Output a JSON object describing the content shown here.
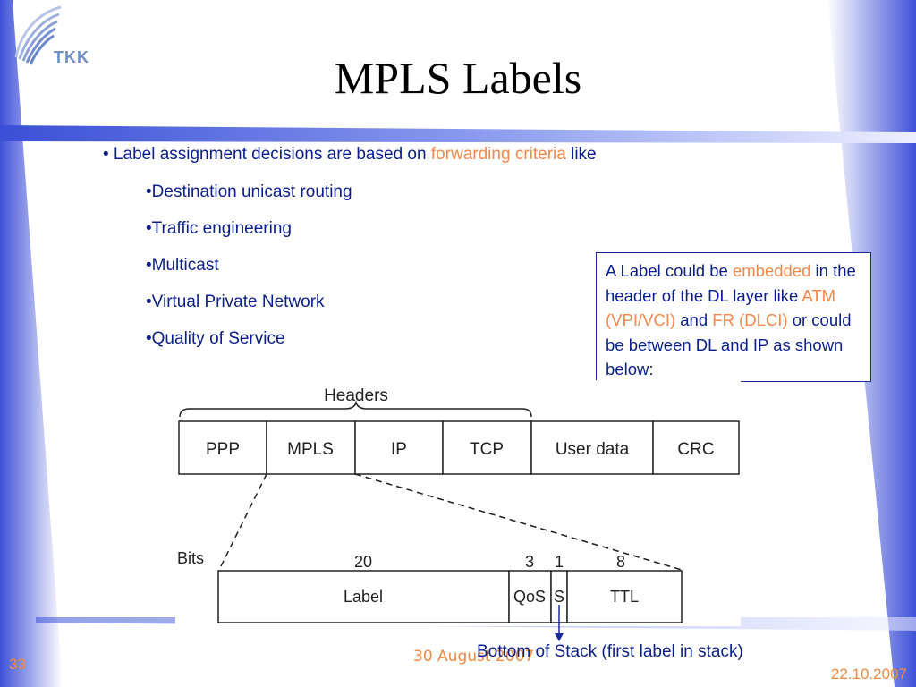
{
  "logo": {
    "text": "TKK"
  },
  "slide": {
    "title": "MPLS Labels",
    "number": "33"
  },
  "bullets": {
    "main_prefix": "• Label assignment decisions are based on ",
    "main_highlight": "forwarding criteria",
    "main_suffix": " like",
    "sub": [
      "•Destination unicast routing",
      "•Traffic engineering",
      "•Multicast",
      "•Virtual Private Network",
      "•Quality of Service"
    ]
  },
  "note": {
    "t1": "A Label could be ",
    "h1": "embedded",
    "t2": " in the header of the DL layer like ",
    "h2": "ATM (VPI/VCI)",
    "t3": " and ",
    "h3": "FR (DLCI)",
    "t4": " or could be between DL and IP as shown below:"
  },
  "diagram": {
    "headers_label": "Headers",
    "header_fields": [
      "PPP",
      "MPLS",
      "IP",
      "TCP",
      "User data",
      "CRC"
    ],
    "bits_label": "Bits",
    "label_fields": [
      "Label",
      "QoS",
      "S",
      "TTL"
    ],
    "bit_counts": [
      "20",
      "3",
      "1",
      "8"
    ]
  },
  "bottom_of_stack": "Bottom of Stack (first label in stack)",
  "footer": {
    "center": "30 August 2007",
    "date": "22.10.2007"
  },
  "colors": {
    "text_blue": "#0b1f8c",
    "accent_orange": "#f4884a",
    "deco_blue": "#3f51d8"
  }
}
